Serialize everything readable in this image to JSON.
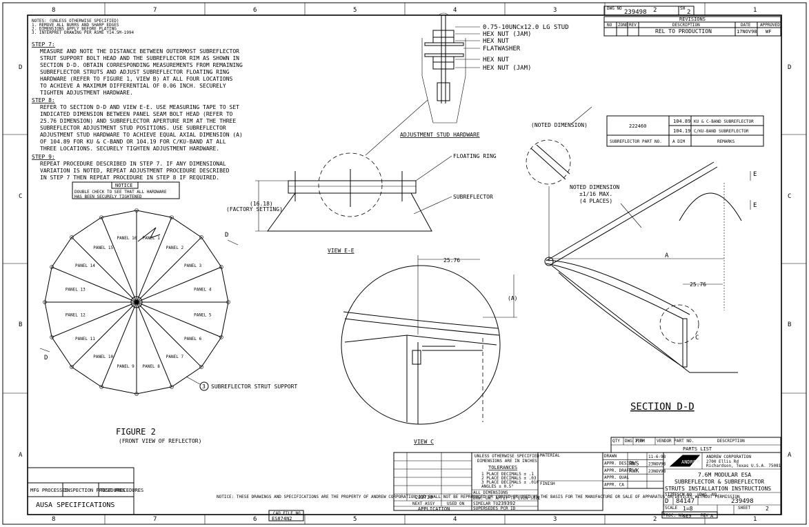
{
  "zones": {
    "top": [
      "8",
      "7",
      "6",
      "5",
      "4",
      "3",
      "2",
      "1"
    ],
    "bottom": [
      "8",
      "7",
      "6",
      "5",
      "4",
      "3",
      "2",
      "1"
    ],
    "left": [
      "D",
      "C",
      "B",
      "A"
    ],
    "right": [
      "D",
      "C",
      "B",
      "A"
    ]
  },
  "title_tag": {
    "label": "DWG NO",
    "number": "239498",
    "sheet_label": "SH",
    "sheet": "2"
  },
  "revisions": {
    "title": "REVISIONS",
    "headers": [
      "NO",
      "ZONE",
      "REV",
      "DESCRIPTION",
      "DATE",
      "APPROVED"
    ],
    "row": {
      "description": "REL TO PRODUCTION",
      "date": "17NOV98",
      "approved": "WF"
    }
  },
  "notes": {
    "header": "NOTES: (UNLESS OTHERWISE SPECIFIED)",
    "items": [
      "1. REMOVE ALL BURRS AND SHARP EDGES",
      "2. DIMENSIONS APPLY BEFORE PLATING",
      "3. INTERPRET DRAWING PER ASME Y14.5M-1994"
    ],
    "step7_title": "STEP 7:",
    "step7": [
      "MEASURE AND NOTE THE DISTANCE BETWEEN OUTERMOST SUBREFLECTOR",
      "STRUT SUPPORT BOLT HEAD AND THE SUBREFLECTOR RIM AS SHOWN IN",
      "SECTION D-D. OBTAIN CORRESPONDING MEASUREMENTS FROM REMAINING",
      "SUBREFLECTOR STRUTS AND ADJUST SUBREFLECTOR FLOATING RING",
      "HARDWARE (REFER TO FIGURE 1, VIEW B) AT ALL FOUR LOCATIONS",
      "TO ACHIEVE A MAXIMUM DIFFERENTIAL OF 0.06 INCH. SECURELY",
      "TIGHTEN ADJUSTMENT HARDWARE."
    ],
    "step8_title": "STEP 8:",
    "step8": [
      "REFER TO SECTION D-D AND VIEW E-E. USE MEASURING TAPE TO SET",
      "INDICATED DIMENSION BETWEEN PANEL SEAM BOLT HEAD (REFER TO",
      "25.76 DIMENSION) AND SUBREFLECTOR APERTURE RIM AT THE THREE",
      "SUBREFLECTOR ADJUSTMENT STUD POSITIONS. USE SUBREFLECTOR",
      "ADJUSTMENT STUD HARDWARE TO ACHIEVE EQUAL AXIAL DIMENSION (A)",
      "OF 104.89 FOR KU & C-BAND OR 104.19 FOR C/KU-BAND AT ALL",
      "THREE LOCATIONS. SECURELY TIGHTEN ADJUSTMENT HARDWARE."
    ],
    "step9_title": "STEP 9:",
    "step9": [
      "REPEAT PROCEDURE DESCRIBED IN STEP 7. IF ANY DIMENSIONAL",
      "VARIATION IS NOTED, REPEAT ADJUSTMENT PROCEDURE DESCRIBED",
      "IN STEP 7 THEN REPEAT PROCEDURE IN STEP 8 IF REQUIRED."
    ],
    "notice_title": "NOTICE",
    "notice": [
      "DOUBLE CHECK TO SEE THAT ALL HARDWARE",
      "HAS BEEN SECURELY TIGHTENED"
    ]
  },
  "stud_callouts": [
    "0.75-10UNCx12.0 LG STUD",
    "HEX NUT (JAM)",
    "HEX NUT",
    "FLATWASHER",
    "HEX NUT",
    "HEX NUT (JAM)"
  ],
  "labels": {
    "adjustment_stud": "ADJUSTMENT STUD HARDWARE",
    "floating_ring": "FLOATING RING",
    "subreflector": "SUBREFLECTOR",
    "factory_dim": "(16.18)",
    "factory_setting": "(FACTORY SETTING)",
    "view_ee": "VIEW E-E",
    "view_c": "VIEW C",
    "dim_2576": "25.76",
    "dim_a": "(A)",
    "noted_dim_paren": "(NOTED DIMENSION)",
    "noted_dim": [
      "NOTED DIMENSION",
      "±1/16 MAX.",
      "(4 PLACES)"
    ],
    "letter_a": "A",
    "letter_c": "C",
    "letter_e": "E",
    "letter_d": "D",
    "section_dd": "SECTION D-D",
    "figure_2": "FIGURE 2",
    "figure_2_sub": "(FRONT VIEW OF REFLECTOR)",
    "strut_support_num": "3",
    "strut_support": "SUBREFLECTOR STRUT SUPPORT"
  },
  "panels": [
    "PANEL 1",
    "PANEL 2",
    "PANEL 3",
    "PANEL 4",
    "PANEL 5",
    "PANEL 6",
    "PANEL 7",
    "PANEL 8",
    "PANEL 9",
    "PANEL 10",
    "PANEL 11",
    "PANEL 12",
    "PANEL 13",
    "PANEL 14",
    "PANEL 15",
    "PANEL 16"
  ],
  "part_table": {
    "part": "222460",
    "rows": [
      {
        "dim": "104.89",
        "remark": "KU & C-BAND SUBREFLECTOR"
      },
      {
        "dim": "104.19",
        "remark": "C/KU-BAND SUBREFLECTOR"
      }
    ],
    "footer": [
      "SUBREFLECTOR PART NO.",
      "A DIM",
      "REMARKS"
    ]
  },
  "process_box": {
    "cols": [
      "MFG PROCESSES",
      "INSPECTION PROCEDURES",
      "TEST PROCEDURES"
    ],
    "spec": "AUSA SPECIFICATIONS"
  },
  "bottom_fine": "NOTICE: THESE DRAWINGS AND SPECIFICATIONS ARE THE PROPERTY OF ANDREW CORPORATION AND SHALL NOT BE REPRODUCED OR COPIED OR USED AS THE BASIS FOR THE MANUFACTURE OR SALE OF APPARATUS OR DEVICES WITHOUT PERMISSION",
  "application": {
    "next_assy": "222730",
    "next_label": "NEXT ASSY",
    "used_on": "USED ON",
    "title": "APPLICATION"
  },
  "cad": {
    "label": "CAD FILE NO.",
    "value": "ES874N2"
  },
  "tolerances": {
    "head": [
      "UNLESS OTHERWISE SPECIFIED",
      "DIMENSIONS ARE IN INCHES"
    ],
    "title": "TOLERANCES",
    "rows": [
      "1 PLACE DECIMALS ± .1",
      "2 PLACE DECIMALS ± .03",
      "3 PLACE DECIMALS ± .010",
      "ANGLES ± 0.5°"
    ],
    "rem": [
      "ALL DIMENSIONS",
      "DRW. ON. APPLY TO EVEN SIZE",
      "SIMILAR TO",
      "SUPERSEDES PCR ID"
    ],
    "similar": "239392"
  },
  "material": {
    "label": "MATERIAL",
    "finish": "FINISH"
  },
  "sign": {
    "rows": [
      {
        "role": "DRAWN",
        "who": "",
        "date": "11-6-98"
      },
      {
        "role": "APPR. DESIGN",
        "who": "RWS",
        "date": "23NOV98"
      },
      {
        "role": "APPR. DRAFT",
        "who": "RWK",
        "date": "23NOV98"
      },
      {
        "role": "APPR. QUAL",
        "who": "",
        "date": ""
      },
      {
        "role": "APPR. CA",
        "who": "",
        "date": ""
      }
    ]
  },
  "title_block": {
    "company": "ANDREW CORPORATION",
    "address": [
      "2700 Ellis Rd",
      "Richardson, Texas U.S.A. 75081"
    ],
    "logo": "ANDREW",
    "title": [
      "7.6M MODULAR ESA",
      "SUBREFLECTOR & SUBREFLECTOR",
      "STRUTS INSTALLATION INSTRUCTIONS"
    ],
    "size_label": "SIZE",
    "size": "D",
    "fscm_label": "FSCM NO.",
    "fscm": "84147",
    "dwg_label": "DWG. NO.",
    "dwg": "239498",
    "scale_label": "SCALE",
    "scale": "1=8",
    "sheet_label": "SHEET",
    "sheet": "2",
    "proc_label": "PROC. NO.",
    "proc": "6E9",
    "rev_label": "REV",
    "rev": "A",
    "parts_list": "PARTS LIST",
    "pl_headers": [
      "QTY",
      "DWG ITEM",
      "P/N",
      "VENDOR PART NO.",
      "DESCRIPTION"
    ]
  }
}
